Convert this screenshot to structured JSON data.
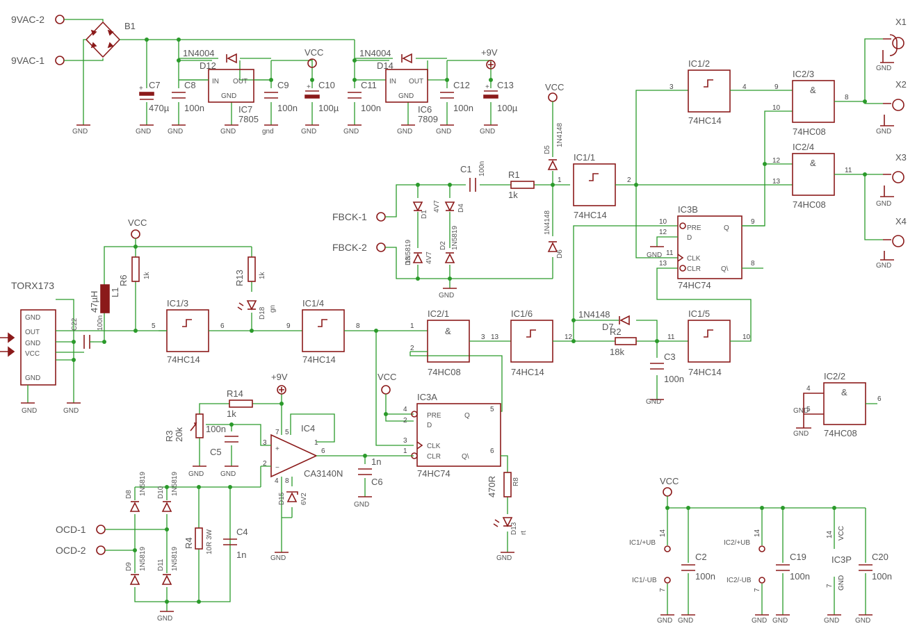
{
  "connectors": {
    "vac2": "9VAC-2",
    "vac1": "9VAC-1",
    "fbck1": "FBCK-1",
    "fbck2": "FBCK-2",
    "ocd1": "OCD-1",
    "ocd2": "OCD-2",
    "x1": "X1",
    "x2": "X2",
    "x3": "X3",
    "x4": "X4",
    "torx": "TORX173"
  },
  "power": {
    "gnd": "GND",
    "vcc": "VCC",
    "v9": "+9V",
    "gnd_lower": "gnd"
  },
  "parts": {
    "b1": "B1",
    "c7": "C7",
    "c7v": "470µ",
    "c8": "C8",
    "c8v": "100n",
    "ic7": "IC7",
    "ic7v": "7805",
    "d12": "D12",
    "d12v": "1N4004",
    "c9": "C9",
    "c9v": "100n",
    "c10": "C10",
    "c10v": "100µ",
    "c11": "C11",
    "c11v": "100n",
    "ic6": "IC6",
    "ic6v": "7809",
    "d14": "D14",
    "d14v": "1N4004",
    "c12": "C12",
    "c12v": "100n",
    "c13": "C13",
    "c13v": "100µ",
    "reg_in": "IN",
    "reg_out": "OUT",
    "reg_gnd": "GND",
    "c1": "C1",
    "c1v": "100n",
    "r1": "R1",
    "r1v": "1k",
    "d5": "D5",
    "d5v": "1N4148",
    "d6": "D6",
    "d6v": "1N4148",
    "d1": "D1",
    "d1v": "1N5819",
    "d4": "D4",
    "d4v": "4V7",
    "d3": "D3",
    "d3v": "4V7",
    "d2": "D2",
    "d2v": "1N5819",
    "r6": "R6",
    "r6v": "1k",
    "r13": "R13",
    "r13v": "1k",
    "d18": "D18",
    "d18v": "gn",
    "l1": "L1",
    "l1v": "47µH",
    "c22": "C22",
    "c22v": "100n",
    "d7": "D7",
    "d7v": "1N4148",
    "r2": "R2",
    "r2v": "18k",
    "c3": "C3",
    "c3v": "100n",
    "r14": "R14",
    "r14v": "1k",
    "r3": "R3",
    "r3v": "20k",
    "c5": "C5",
    "c5v": "100n",
    "ic4": "IC4",
    "ic4v": "CA3140N",
    "c6": "C6",
    "c6v": "1n",
    "d15": "D15",
    "d15v": "6V2",
    "r8": "R8",
    "r8v": "470R",
    "d13": "D13",
    "d13v": "rt",
    "d8": "D8",
    "d9": "D9",
    "d10": "D10",
    "d11": "D11",
    "sch": "1N5819",
    "r4": "R4",
    "r4v": "10R 3W",
    "c4": "C4",
    "c4v": "1n",
    "c2": "C2",
    "c2v": "100n",
    "c19": "C19",
    "c19v": "100n",
    "c20": "C20",
    "c20v": "100n",
    "ic3p": "IC3P"
  },
  "gates": {
    "ic1_1": "IC1/1",
    "ic1_2": "IC1/2",
    "ic1_3": "IC1/3",
    "ic1_4": "IC1/4",
    "ic1_5": "IC1/5",
    "ic1_6": "IC1/6",
    "ic2_1": "IC2/1",
    "ic2_2": "IC2/2",
    "ic2_3": "IC2/3",
    "ic2_4": "IC2/4",
    "ic3a": "IC3A",
    "ic3b": "IC3B",
    "hc14": "74HC14",
    "hc08": "74HC08",
    "hc74": "74HC74",
    "and_sym": "&"
  },
  "ff_pins": {
    "pre": "PRE",
    "d": "D",
    "clk": "CLK",
    "clr": "CLR",
    "q": "Q",
    "qn": "Q\\"
  },
  "torx_pins": {
    "gnd": "GND",
    "out": "OUT",
    "gnd2": "GND",
    "vcc": "VCC",
    "gnd3": "GND"
  },
  "supply_pins": {
    "ic1_ub_p": "IC1/+UB",
    "ic1_ub_m": "IC1/-UB",
    "ic2_ub_p": "IC2/+UB",
    "ic2_ub_m": "IC2/-UB",
    "vcc": "VCC",
    "gnd": "GND",
    "n14": "14",
    "n7": "7"
  }
}
